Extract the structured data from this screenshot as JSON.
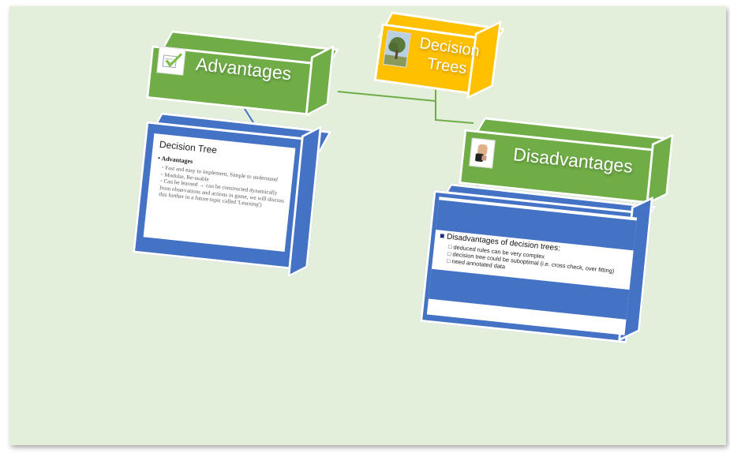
{
  "nodes": {
    "root": "Decision Trees",
    "advantages": "Advantages",
    "disadvantages": "Disadvantages"
  },
  "advantages_slide": {
    "title": "Decision Tree",
    "heading": "Advantages",
    "items": [
      "Fast and easy to implement, Simple to understand",
      "Modular, Re-usable",
      "Can be learned → can be constructed dynamically from observations and actions in game, we will discuss this further in a future topic called 'Learning')"
    ]
  },
  "disadvantages_slide": {
    "title": "Disadvantages of decision trees:",
    "items": [
      "deduced rules can be very complex",
      "decision tree could be suboptimal (i.e. cross check, over fitting)",
      "need annotated data"
    ]
  },
  "colors": {
    "root_box": "#ffc000",
    "branch_box": "#70ad47",
    "slide_box": "#4472c4",
    "connector_green": "#70ad47",
    "connector_blue": "#4472c4",
    "background": "#e3eedb"
  },
  "icons": [
    "tree-photo-icon",
    "checklist-icon",
    "thumbs-down-icon"
  ]
}
